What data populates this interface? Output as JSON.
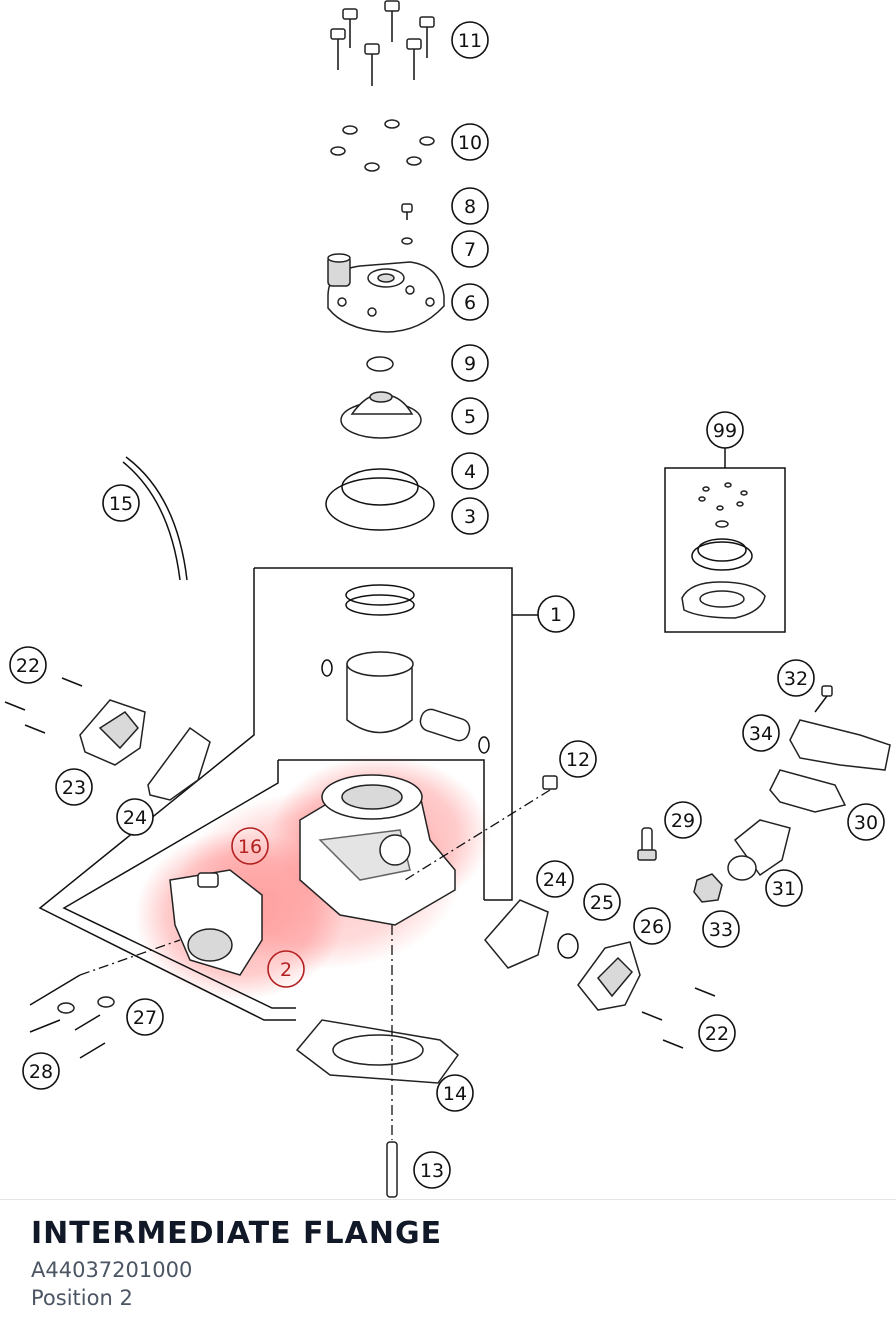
{
  "diagram": {
    "highlight_color": "#ff6b6b",
    "callouts": [
      "11",
      "10",
      "8",
      "7",
      "6",
      "9",
      "5",
      "4",
      "3",
      "99",
      "15",
      "1",
      "22",
      "23",
      "24",
      "16",
      "2",
      "12",
      "29",
      "32",
      "34",
      "30",
      "31",
      "24",
      "25",
      "26",
      "33",
      "27",
      "28",
      "22",
      "14",
      "13"
    ]
  },
  "selection": {
    "title": "INTERMEDIATE FLANGE",
    "part_number": "A44037201000",
    "position": "Position 2"
  }
}
